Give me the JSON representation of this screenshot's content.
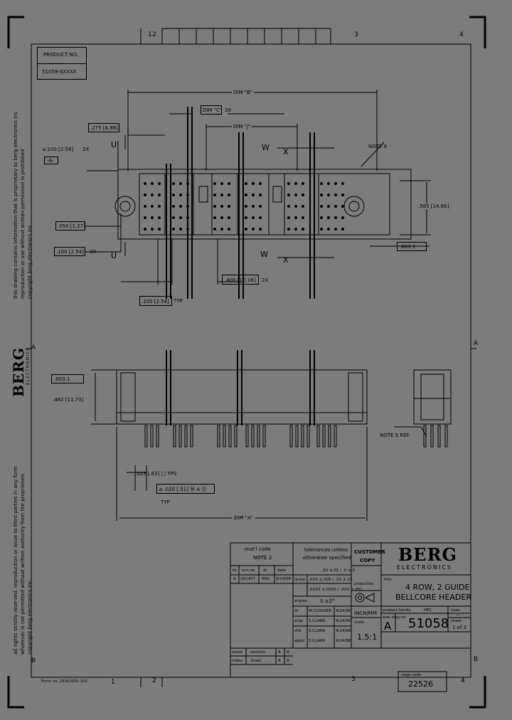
{
  "frame": {
    "zone_numbers_top": [
      "1",
      "2",
      "3",
      "4"
    ],
    "zone_numbers_bottom": [
      "1",
      "2",
      "3",
      "4"
    ],
    "zone_letters_left": [
      "A",
      "B"
    ],
    "zone_letters_right": [
      "A",
      "B"
    ]
  },
  "product_box": {
    "header": "PRODUCT NO.",
    "value": "51058-XXXXX"
  },
  "side_notice": {
    "line1": "this drawing contains information that is proprietary to berg electronics inc",
    "line2": "reproduction or use without written permission is prohibited",
    "line3": "copyright berg electronics inc"
  },
  "side_notice_lower": {
    "line1": "all rights strictly reserved. reproduction or issue to third parties in any form",
    "line2": "whatever is not permitted without written authority from the proprietors",
    "line3": "copyright berg electronics inc"
  },
  "side_logo": {
    "name": "BERG",
    "sub": "ELECTRONICS"
  },
  "dims": {
    "dim_b": "DIM \"B\"",
    "dim_c": "DIM \"C\"",
    "dim_c_count": "3X",
    "dim_j": "DIM \"J\"",
    "d275": ".275 [6.98]",
    "d100_2x": "⌀.100 [2.54]",
    "d100_2x_count": "2X",
    "datum_a": "-A-",
    "label_u1": "U",
    "label_u2": "U",
    "label_w1": "W",
    "label_w2": "W",
    "label_x1": "X",
    "label_x2": "X",
    "note_b": "NOTE 8",
    "d585": ".585 [14.86]",
    "d050": ".050 [1.27]",
    "d100_3x": ".100 [2.54]",
    "d100_3x_count": "3X",
    "flat_top": ".003:1",
    "d400": ".400 [10.16]",
    "d400_count": "2X",
    "d100_typ": ".100 [2.54]",
    "d100_typ_suffix": "TYP.",
    "flat_side": ".003:1",
    "d462": ".462 [11.73]",
    "note5": "NOTE 5 REF.",
    "d025": ".025 [.63] □ TPS",
    "tol_frame": "⌀ .020 [.51] Ⓜ A Ⓢ",
    "typ": "TYP",
    "dim_a": "DIM \"A\""
  },
  "title_block": {
    "mat_code_label": "mat'l code",
    "mat_code_value": "NOTE 3",
    "rev_headers": [
      "ltr",
      "ecn no",
      "dr",
      "date"
    ],
    "rev_row": [
      "A",
      "V61407",
      "MSC",
      "9/24/98"
    ],
    "tol_header_1": "tolerances unless",
    "tol_header_2": "otherwise specified",
    "tol_linear_label": "linear",
    "tol_values_1": ".XX ±.01 / .X ±.3",
    "tol_values_2": ".XXX ±.005 / .XX ±.13",
    "tol_values_3": ".XXXX ±.0005 / .XXX ±.051",
    "angles_label": "angles",
    "angles_value": "0 ±2°",
    "customer_copy_1": "CUSTOMER",
    "customer_copy_2": "COPY",
    "projection_label": "projection",
    "units": "INCH/MM",
    "scale_label": "scale",
    "scale_value": "1.5:1",
    "sign_rows": [
      {
        "role": "dr",
        "name": "M.CLOUSER",
        "date": "9/24/98"
      },
      {
        "role": "engr",
        "name": "S.CLARK",
        "date": "9/24/98"
      },
      {
        "role": "chk",
        "name": "S.CLARK",
        "date": "9/24/98"
      },
      {
        "role": "appd",
        "name": "S.CLARK",
        "date": "9/24/98"
      }
    ],
    "logo_name": "BERG",
    "logo_sub": "ELECTRONICS",
    "title_label": "title",
    "title_line1": "4 ROW, 2 GUIDE",
    "title_line2": "BELLCORE HEADER",
    "product_family_label": "product family",
    "product_family_value": "HPC",
    "size_dwg_label": "size dwg no",
    "size_value": "A",
    "dwg_no": "51058",
    "case_label": "case",
    "case_value": "–",
    "sheet_label": "sheet",
    "sheet_value": "1 of 2",
    "sheet_rev_label": "sheet",
    "revision_label": "revision",
    "index_label": "index",
    "sheet_label2": "sheet",
    "rev_a1": "A",
    "rev_a2": "A",
    "rev_a3": "A",
    "rev_a4": "A",
    "cage_label": "cage code",
    "cage_value": "22526"
  },
  "form_no": "Form no. 2530-001-103"
}
